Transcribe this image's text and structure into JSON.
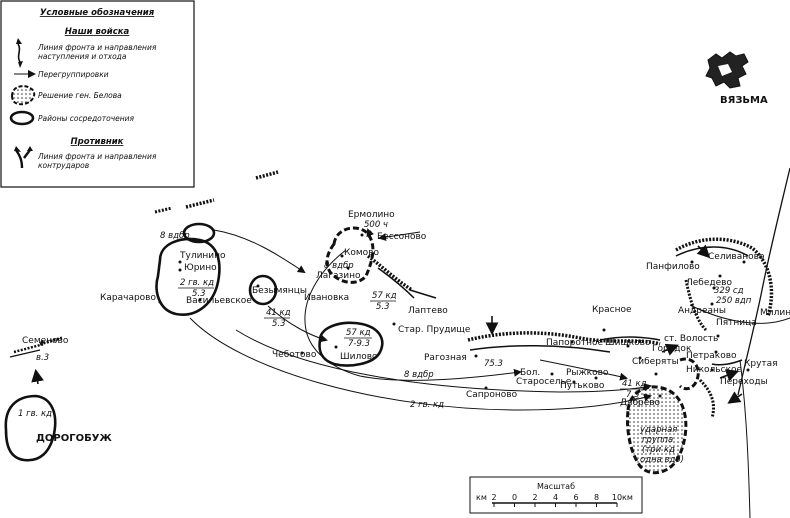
{
  "legend": {
    "title": "Условные обозначения",
    "our_header": "Наши войска",
    "items": [
      {
        "icon": "front-line-arrow-icon",
        "text1": "Линия фронта и направления",
        "text2": "наступления и отхода"
      },
      {
        "icon": "regroup-arrow-icon",
        "text1": "Перегруппировки",
        "text2": ""
      },
      {
        "icon": "belov-decision-icon",
        "text1": "Решение ген. Белова",
        "text2": ""
      },
      {
        "icon": "concentration-area-icon",
        "text1": "Районы сосредоточения",
        "text2": ""
      }
    ],
    "enemy_header": "Противник",
    "enemy_items": [
      {
        "icon": "enemy-front-line-icon",
        "text1": "Линия фронта и направления",
        "text2": "контрударов"
      }
    ]
  },
  "inset": {
    "label": "ВЯЗЬМА"
  },
  "places": {
    "ermolino": "Ермолино",
    "bessonovo": "Бессоново",
    "komovo": "Комово",
    "lagazino": "Лагазино",
    "ivanovka": "Ивановка",
    "laptevo": "Лаптево",
    "star_prudishche": "Стар. Прудище",
    "shilovo": "Шилово",
    "chebotovo": "Чеботово",
    "tulinino": "Тулинино",
    "yurino": "Юрино",
    "karacharovo": "Карачарово",
    "vasilyevskoe": "Васильевское",
    "bezymyantsy": "Безымянцы",
    "semenovo": "Семеново",
    "dorogobuzh": "ДОРОГОБУЖ",
    "ragoznaya": "Рагозная",
    "sapronovo": "Сапроново",
    "paporotnoe": "Папоротное",
    "shishkovo": "Шишково",
    "bol_staroselye": "Бол.",
    "staroselye": "Староселье",
    "rykhkovo": "Рыжково",
    "putkovo": "Путьково",
    "krasnoe": "Красное",
    "st_volost": "ст. Волость",
    "gorodok": "Городок",
    "siberyaty": "Сиберяты",
    "dyabrevo": "Дябрево",
    "petrakovo": "Петраково",
    "nikolskoe": "Никольское",
    "krutaya": "Крутая",
    "perekhody": "Переходы",
    "pankovo": "Панфилово",
    "selivanovo": "Селиваново",
    "lebedevo": "Лебедево",
    "andreany": "Андреаны",
    "pyatnitsa": "Пятница",
    "milino": "Милино"
  },
  "units": {
    "u8vdbr_a": "8 вдбр",
    "u2gvkd_top": "2 гв. кд",
    "u2gvkd_bot": "5.3",
    "u41kd_top": "41 кд",
    "u41kd_bot": "5.3",
    "u500": "500 ч",
    "u8vdbr_b": "8 вдбр",
    "u57kd_top": "57 кд",
    "u57kd_bot": "5.3",
    "u57kd2_top": "57 кд",
    "u57kd2_bot": "7-9.3",
    "u8vdbr_c": "8 вдбр",
    "u2gvkd_line": "2 гв. кд",
    "u1gvkd": "1 гв. кд",
    "u63": "в.3",
    "u329": "329 сд",
    "u250": "250 вдп",
    "u41kd3_top": "41 кд",
    "u41kd3_bot": "7.3",
    "u755": "75.3",
    "strike1": "ударная",
    "strike2": "группа",
    "strike3": "(три кд",
    "strike4": "одна вдб)"
  },
  "scale": {
    "title": "Масштаб",
    "unit": "км",
    "ticks": [
      "2",
      "0",
      "2",
      "4",
      "6",
      "8",
      "10"
    ]
  }
}
